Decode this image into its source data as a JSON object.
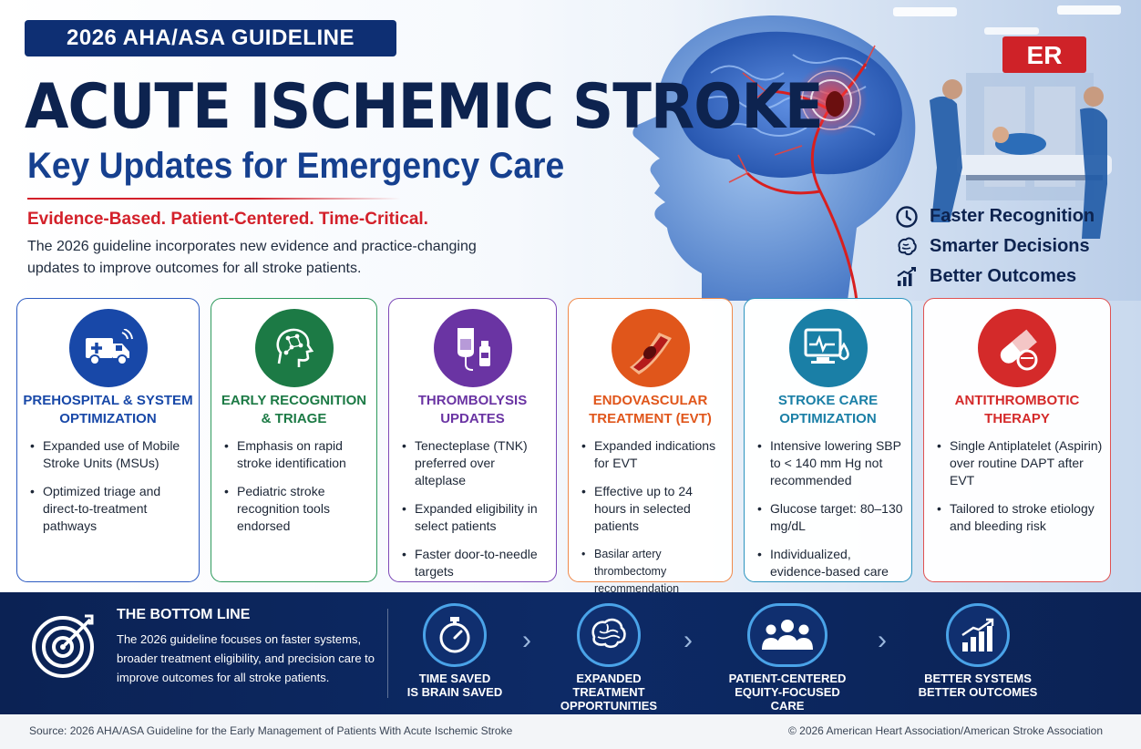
{
  "header": {
    "badge": "2026 AHA/ASA GUIDELINE",
    "title": "ACUTE ISCHEMIC STROKE",
    "subtitle": "Key Updates for Emergency Care",
    "tagline": "Evidence-Based. Patient-Centered. Time-Critical.",
    "intro": "The 2026 guideline incorporates new evidence and practice-changing updates to improve outcomes for all stroke patients."
  },
  "hero": {
    "er_sign": "ER"
  },
  "benefits": [
    {
      "icon": "clock-icon",
      "label": "Faster Recognition"
    },
    {
      "icon": "brain-icon",
      "label": "Smarter Decisions"
    },
    {
      "icon": "rising-chart-icon",
      "label": "Better Outcomes"
    }
  ],
  "cards": [
    {
      "title": "PREHOSPITAL & SYSTEM OPTIMIZATION",
      "color": "#1848a8",
      "icon": "ambulance-icon",
      "items": [
        "Expanded use of Mobile Stroke Units (MSUs)",
        "Optimized triage and direct-to-treatment pathways"
      ]
    },
    {
      "title": "EARLY RECOGNITION & TRIAGE",
      "color": "#1c7a45",
      "icon": "brain-network-icon",
      "items": [
        "Emphasis on rapid stroke identification",
        "Pediatric stroke recognition tools endorsed"
      ]
    },
    {
      "title": "THROMBOLYSIS UPDATES",
      "color": "#6a34a3",
      "icon": "iv-bag-icon",
      "items": [
        "Tenecteplase (TNK) preferred over alteplase",
        "Expanded eligibility in select patients",
        "Faster door-to-needle targets"
      ]
    },
    {
      "title": "ENDOVASCULAR TREATMENT (EVT)",
      "color": "#e0561b",
      "icon": "artery-clot-icon",
      "items": [
        "Expanded indications for EVT",
        "Effective up to 24 hours in selected patients",
        "Basilar artery thrombectomy recommendation"
      ]
    },
    {
      "title": "STROKE CARE OPTIMIZATION",
      "color": "#1a7fa6",
      "icon": "monitor-drop-icon",
      "items": [
        "Intensive lowering SBP to < 140 mm Hg not recommended",
        "Glucose target: 80–130 mg/dL",
        "Individualized, evidence-based care"
      ]
    },
    {
      "title": "ANTITHROMBOTIC THERAPY",
      "color": "#d42a2a",
      "icon": "pill-icon",
      "items": [
        "Single Antiplatelet (Aspirin) over routine DAPT after EVT",
        "Tailored to stroke etiology and bleeding risk"
      ]
    }
  ],
  "bottom": {
    "title": "THE BOTTOM LINE",
    "text": "The 2026 guideline focuses on faster systems, broader treatment eligibility, and precision care to improve outcomes for all stroke patients.",
    "steps": [
      {
        "icon": "stopwatch-icon",
        "line1": "TIME SAVED",
        "line2": "IS BRAIN SAVED",
        "line3": ""
      },
      {
        "icon": "brain-icon",
        "line1": "EXPANDED",
        "line2": "TREATMENT",
        "line3": "OPPORTUNITIES"
      },
      {
        "icon": "people-icon",
        "line1": "PATIENT-CENTERED",
        "line2": "EQUITY-FOCUSED",
        "line3": "CARE"
      },
      {
        "icon": "bar-chart-icon",
        "line1": "BETTER SYSTEMS",
        "line2": "BETTER OUTCOMES",
        "line3": ""
      }
    ]
  },
  "footer": {
    "source": "Source: 2026 AHA/ASA Guideline for the Early Management of Patients With Acute Ischemic Stroke",
    "copyright": "© 2026 American Heart Association/American Stroke Association"
  },
  "colors": {
    "navy": "#0d234f",
    "accent_red": "#d3202a",
    "banner": "#0d2a66"
  }
}
